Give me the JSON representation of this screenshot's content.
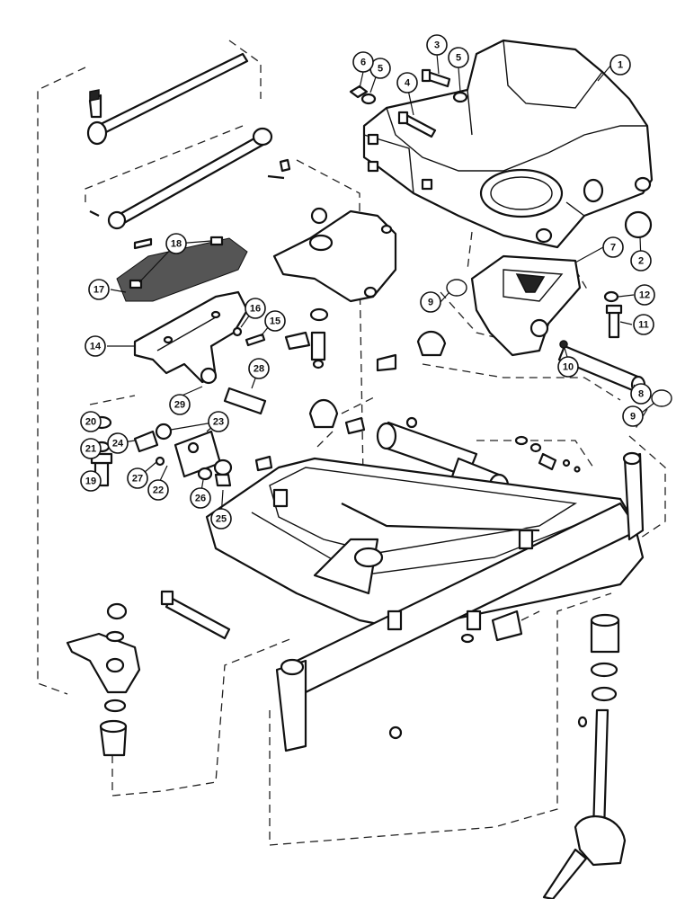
{
  "callouts": [
    {
      "id": "1"
    },
    {
      "id": "2"
    },
    {
      "id": "3"
    },
    {
      "id": "4"
    },
    {
      "id": "5"
    },
    {
      "id": "5"
    },
    {
      "id": "6"
    },
    {
      "id": "7"
    },
    {
      "id": "8"
    },
    {
      "id": "9"
    },
    {
      "id": "9"
    },
    {
      "id": "10"
    },
    {
      "id": "11"
    },
    {
      "id": "12"
    },
    {
      "id": "14"
    },
    {
      "id": "15"
    },
    {
      "id": "16"
    },
    {
      "id": "17"
    },
    {
      "id": "18"
    },
    {
      "id": "19"
    },
    {
      "id": "20"
    },
    {
      "id": "21"
    },
    {
      "id": "22"
    },
    {
      "id": "23"
    },
    {
      "id": "24"
    },
    {
      "id": "25"
    },
    {
      "id": "26"
    },
    {
      "id": "27"
    },
    {
      "id": "28"
    },
    {
      "id": "29"
    }
  ]
}
